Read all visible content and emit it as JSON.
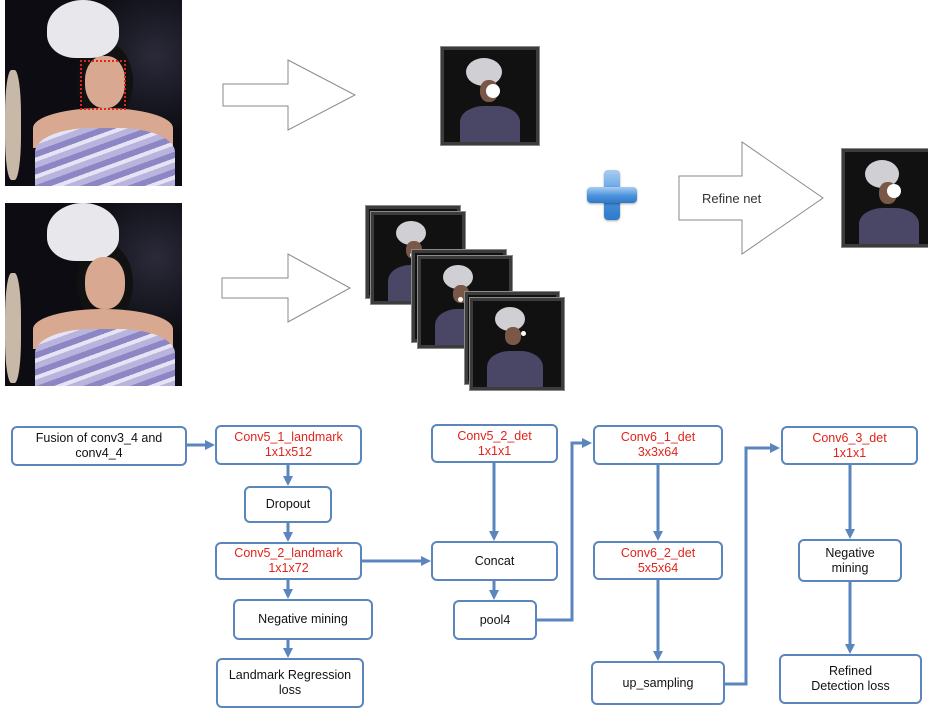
{
  "top": {
    "refine_label": "Refine net"
  },
  "flow": {
    "fusion": "Fusion of conv3_4 and conv4_4",
    "conv5_1_landmark": {
      "name": "Conv5_1_landmark",
      "dims": "1x1x512"
    },
    "dropout": "Dropout",
    "conv5_2_landmark": {
      "name": "Conv5_2_landmark",
      "dims": "1x1x72"
    },
    "negative_mining_left": "Negative mining",
    "landmark_loss": "Landmark Regression loss",
    "conv5_2_det": {
      "name": "Conv5_2_det",
      "dims": "1x1x1"
    },
    "concat": "Concat",
    "pool4": "pool4",
    "conv6_1_det": {
      "name": "Conv6_1_det",
      "dims": "3x3x64"
    },
    "conv6_2_det": {
      "name": "Conv6_2_det",
      "dims": "5x5x64"
    },
    "up_sampling": "up_sampling",
    "conv6_3_det": {
      "name": "Conv6_3_det",
      "dims": "1x1x1"
    },
    "negative_mining_right": "Negative mining",
    "refined_loss": "Refined Detection loss"
  },
  "colors": {
    "box_border": "#5b86bd",
    "arrow": "#5b86bd",
    "layer_text": "#e0241b",
    "face_box": "#e0241b",
    "plus": "#4a92dd"
  }
}
